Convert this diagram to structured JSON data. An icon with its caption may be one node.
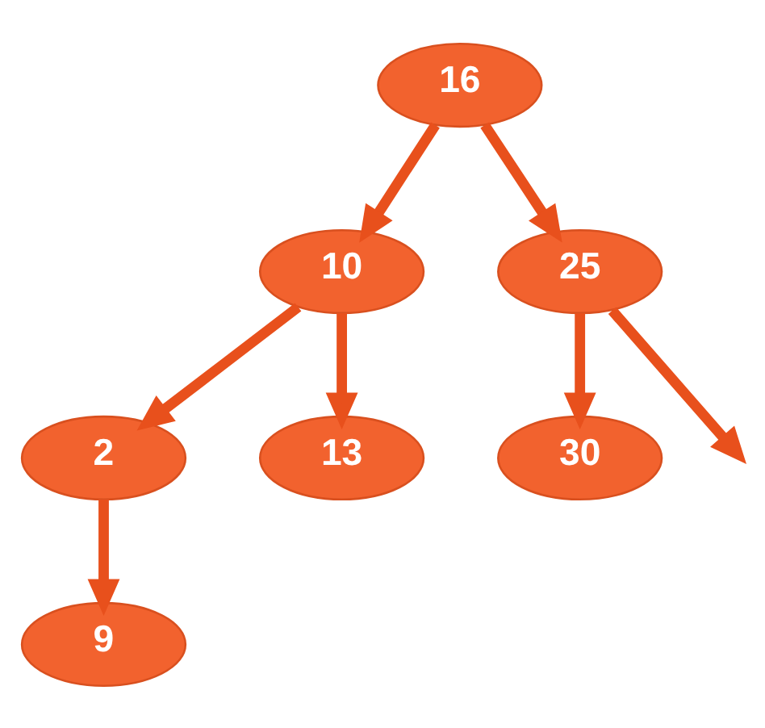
{
  "diagram": {
    "nodes": [
      {
        "text": [
          "16"
        ]
      },
      {
        "text": [
          "10"
        ]
      },
      {
        "text": [
          "25"
        ]
      },
      {
        "text": [
          "2"
        ]
      },
      {
        "text": [
          "13"
        ]
      },
      {
        "text": [
          "30"
        ]
      },
      {
        "text": [
          "9"
        ]
      }
    ],
    "edges": [
      {
        "from": 0,
        "to": 1,
        "arrow": "to"
      },
      {
        "from": 0,
        "to": 2,
        "arrow": "to"
      },
      {
        "from": 1,
        "to": 3,
        "arrow": "to"
      },
      {
        "from": 1,
        "to": 4,
        "arrow": "to"
      },
      {
        "from": 2,
        "to": null,
        "arrow": "to"
      },
      {
        "from": 2,
        "to": 5,
        "arrow": "to"
      },
      {
        "from": 3,
        "to": 6,
        "arrow": "to"
      }
    ]
  }
}
